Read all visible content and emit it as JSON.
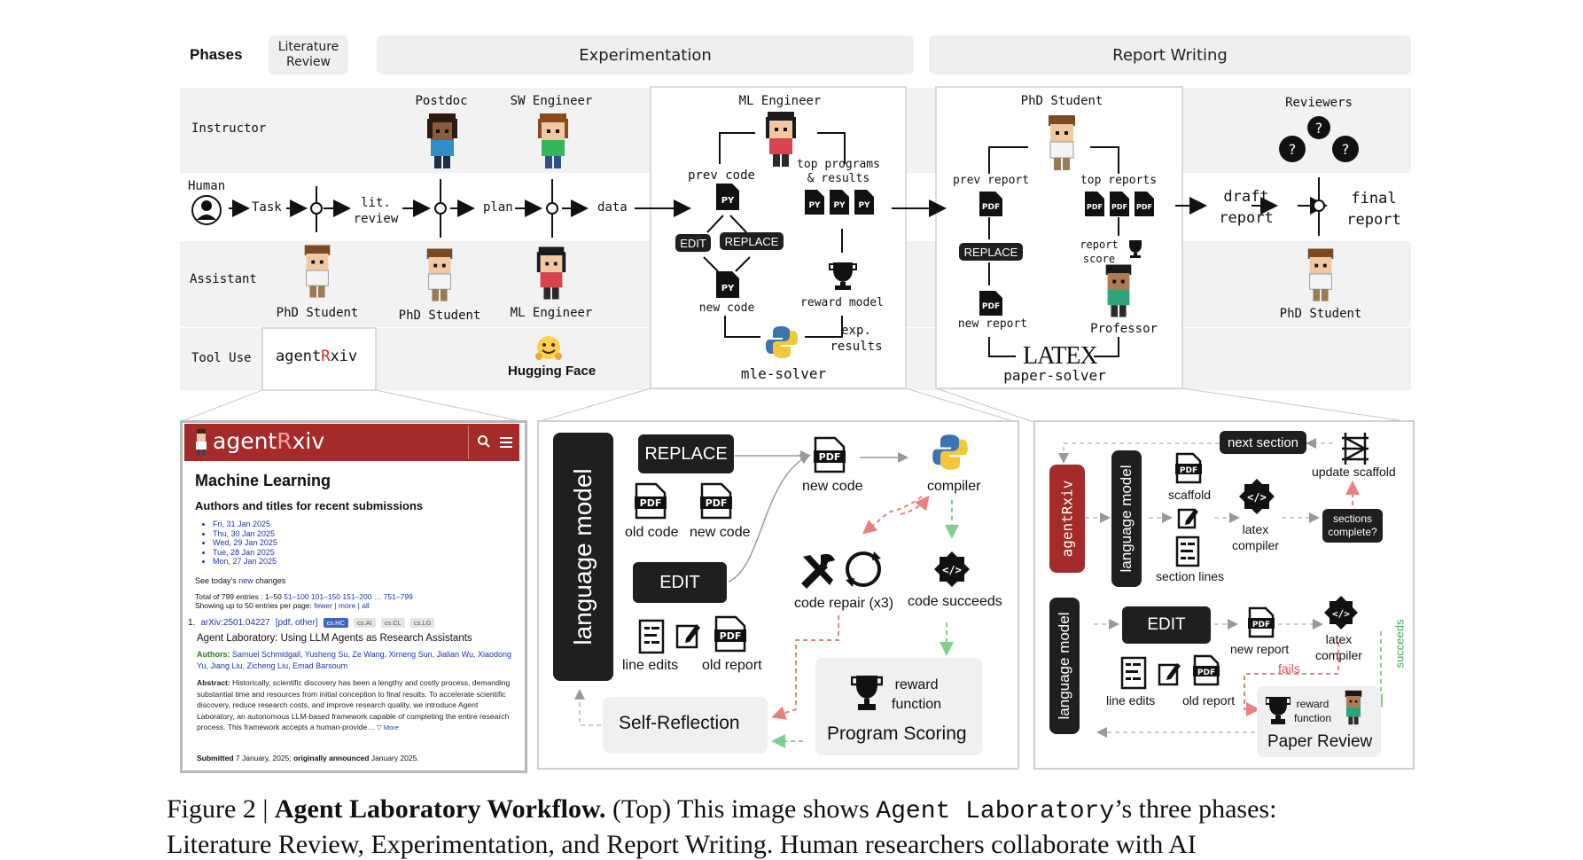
{
  "phases": {
    "row_label": "Phases",
    "literature_review": "Literature\nReview",
    "experimentation": "Experimentation",
    "report_writing": "Report Writing"
  },
  "rows": {
    "instructor": "Instructor",
    "human": "Human",
    "assistant": "Assistant",
    "tool_use": "Tool Use"
  },
  "roles": {
    "postdoc": "Postdoc",
    "sw_engineer": "SW Engineer",
    "ml_engineer": "ML Engineer",
    "phd_student": "PhD Student",
    "reviewers": "Reviewers",
    "professor": "Professor"
  },
  "flow": {
    "task": "Task",
    "lit_review": "lit.\nreview",
    "plan": "plan",
    "data": "data",
    "draft_report": "draft\nreport",
    "final_report": "final\nreport"
  },
  "mle_solver": {
    "title": "mle-solver",
    "prev_code": "prev code",
    "top_programs": "top programs\n& results",
    "edit": "EDIT",
    "replace": "REPLACE",
    "new_code": "new code",
    "reward_model": "reward model",
    "exp_results": "exp.\nresults"
  },
  "paper_solver": {
    "title": "paper-solver",
    "prev_report": "prev report",
    "top_reports": "top reports",
    "replace": "REPLACE",
    "report_score": "report\nscore",
    "new_report": "new report",
    "latex": "LATEX"
  },
  "tools": {
    "agentrxiv_a": "agent",
    "agentrxiv_r": "R",
    "agentrxiv_b": "xiv",
    "hugging_face": "Hugging Face"
  },
  "icons": {
    "py": "PY",
    "pdf": "PDF",
    "question": "?"
  },
  "agentrxiv_panel": {
    "brand_a": "agent",
    "brand_r": "R",
    "brand_b": "xiv",
    "heading": "Machine Learning",
    "subheading": "Authors and titles for recent submissions",
    "dates": [
      "Fri, 31 Jan 2025",
      "Thu, 30 Jan 2025",
      "Wed, 29 Jan 2025",
      "Tue, 28 Jan 2025",
      "Mon, 27 Jan 2025"
    ],
    "see_today_a": "See today's ",
    "see_today_new": "new",
    "see_today_b": " changes",
    "total_a": "Total of 799 entries : 1–50 ",
    "total_links": "51–100 101–150 151–200 … 751–799",
    "showing_a": "Showing up to 50 entries per page: ",
    "showing_links": "fewer | more | all",
    "entry_index": "1.",
    "entry_id": "arXiv:2501.04227",
    "entry_links": "[pdf, other]",
    "entry_tags": [
      "cs.HC",
      "cs.AI",
      "cs.CL",
      "cs.LG"
    ],
    "paper_title": "Agent Laboratory: Using LLM Agents as Research Assistants",
    "authors_label": "Authors: ",
    "authors": "Samuel Schmidgall, Yusheng Su, Ze Wang, Ximeng Sun, Jialian Wu, Xiaodong Yu, Jiang Liu, Zicheng Liu, Emad Barsoum",
    "abstract_label": "Abstract: ",
    "abstract": "Historically, scientific discovery has been a lengthy and costly process, demanding substantial time and resources from initial conception to final results. To accelerate scientific discovery, reduce research costs, and improve research quality, we introduce Agent Laboratory, an autonomous LLM-based framework capable of completing the entire research process. This framework accepts a human-provide…",
    "more": " ▽ More",
    "submitted_label": "Submitted ",
    "submitted_date": "7 January, 2025; ",
    "announced_label": "originally announced ",
    "announced_date": "January 2025."
  },
  "mle_panel": {
    "language_model": "language model",
    "replace": "REPLACE",
    "edit": "EDIT",
    "old_code": "old code",
    "new_code_a": "new code",
    "new_code_b": "new code",
    "line_edits": "line edits",
    "old_report": "old report",
    "compiler": "compiler",
    "code_repair": "code repair (x3)",
    "code_succeeds": "code succeeds",
    "reward_function": "reward\nfunction",
    "program_scoring": "Program Scoring",
    "self_reflection": "Self-Reflection"
  },
  "paper_panel": {
    "agentrxiv": "agentRxiv",
    "language_model": "language model",
    "next_section": "next section",
    "update_scaffold": "update scaffold",
    "scaffold": "scaffold",
    "latex_compiler": "latex\ncompiler",
    "sections_complete": "sections\ncomplete?",
    "section_lines": "section lines",
    "edit": "EDIT",
    "new_report": "new report",
    "line_edits": "line edits",
    "old_report": "old report",
    "fails": "fails",
    "succeeds": "succeeds",
    "reward_function": "reward\nfunction",
    "paper_review": "Paper Review"
  },
  "caption": {
    "fig": "Figure 2 | ",
    "bold": "Agent Laboratory Workflow.",
    "text_a": " (Top) This image shows ",
    "mono": "Agent Laboratory",
    "text_b": "’s three phases:",
    "line2": "Literature Review, Experimentation, and Report Writing. Human researchers collaborate with AI"
  },
  "colors": {
    "agentrxiv_red": "#a52a2a",
    "dash_red": "#e88080",
    "dash_green": "#7fcf8f",
    "link_blue": "#2233aa",
    "tag_blue": "#3b66c4"
  }
}
